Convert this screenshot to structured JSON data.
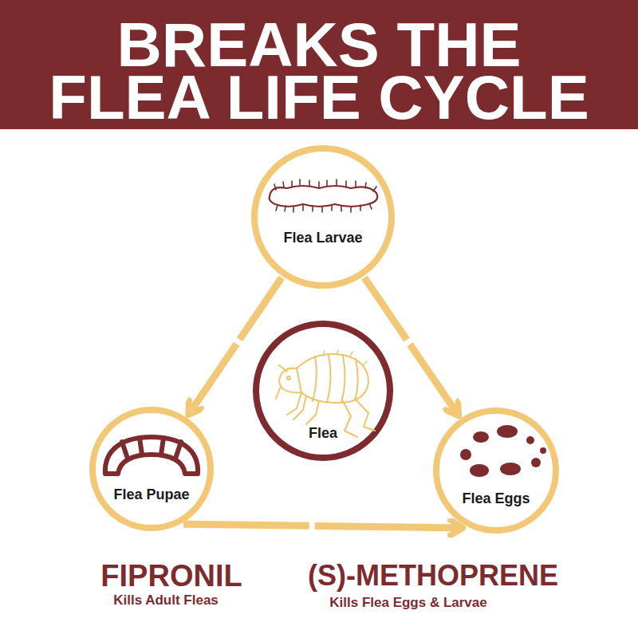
{
  "diagram": {
    "title": "BREAKS THE FLEA LIFE CYCLE",
    "nodes": [
      {
        "text": [
          "Flea Larvae"
        ]
      },
      {
        "text": [
          "Flea Pupae"
        ]
      },
      {
        "text": [
          "Flea"
        ]
      },
      {
        "text": [
          "Flea Eggs"
        ]
      }
    ],
    "edges": [
      {
        "from": 0,
        "to": 1,
        "arrow": "to"
      },
      {
        "from": 0,
        "to": 3,
        "arrow": "to"
      },
      {
        "from": 1,
        "to": 3,
        "arrow": "to"
      }
    ],
    "labels": [
      "FIPRONIL",
      "Kills Adult Fleas",
      "(S)-METHOPRENE",
      "Kills Flea Eggs & Larvae"
    ]
  }
}
